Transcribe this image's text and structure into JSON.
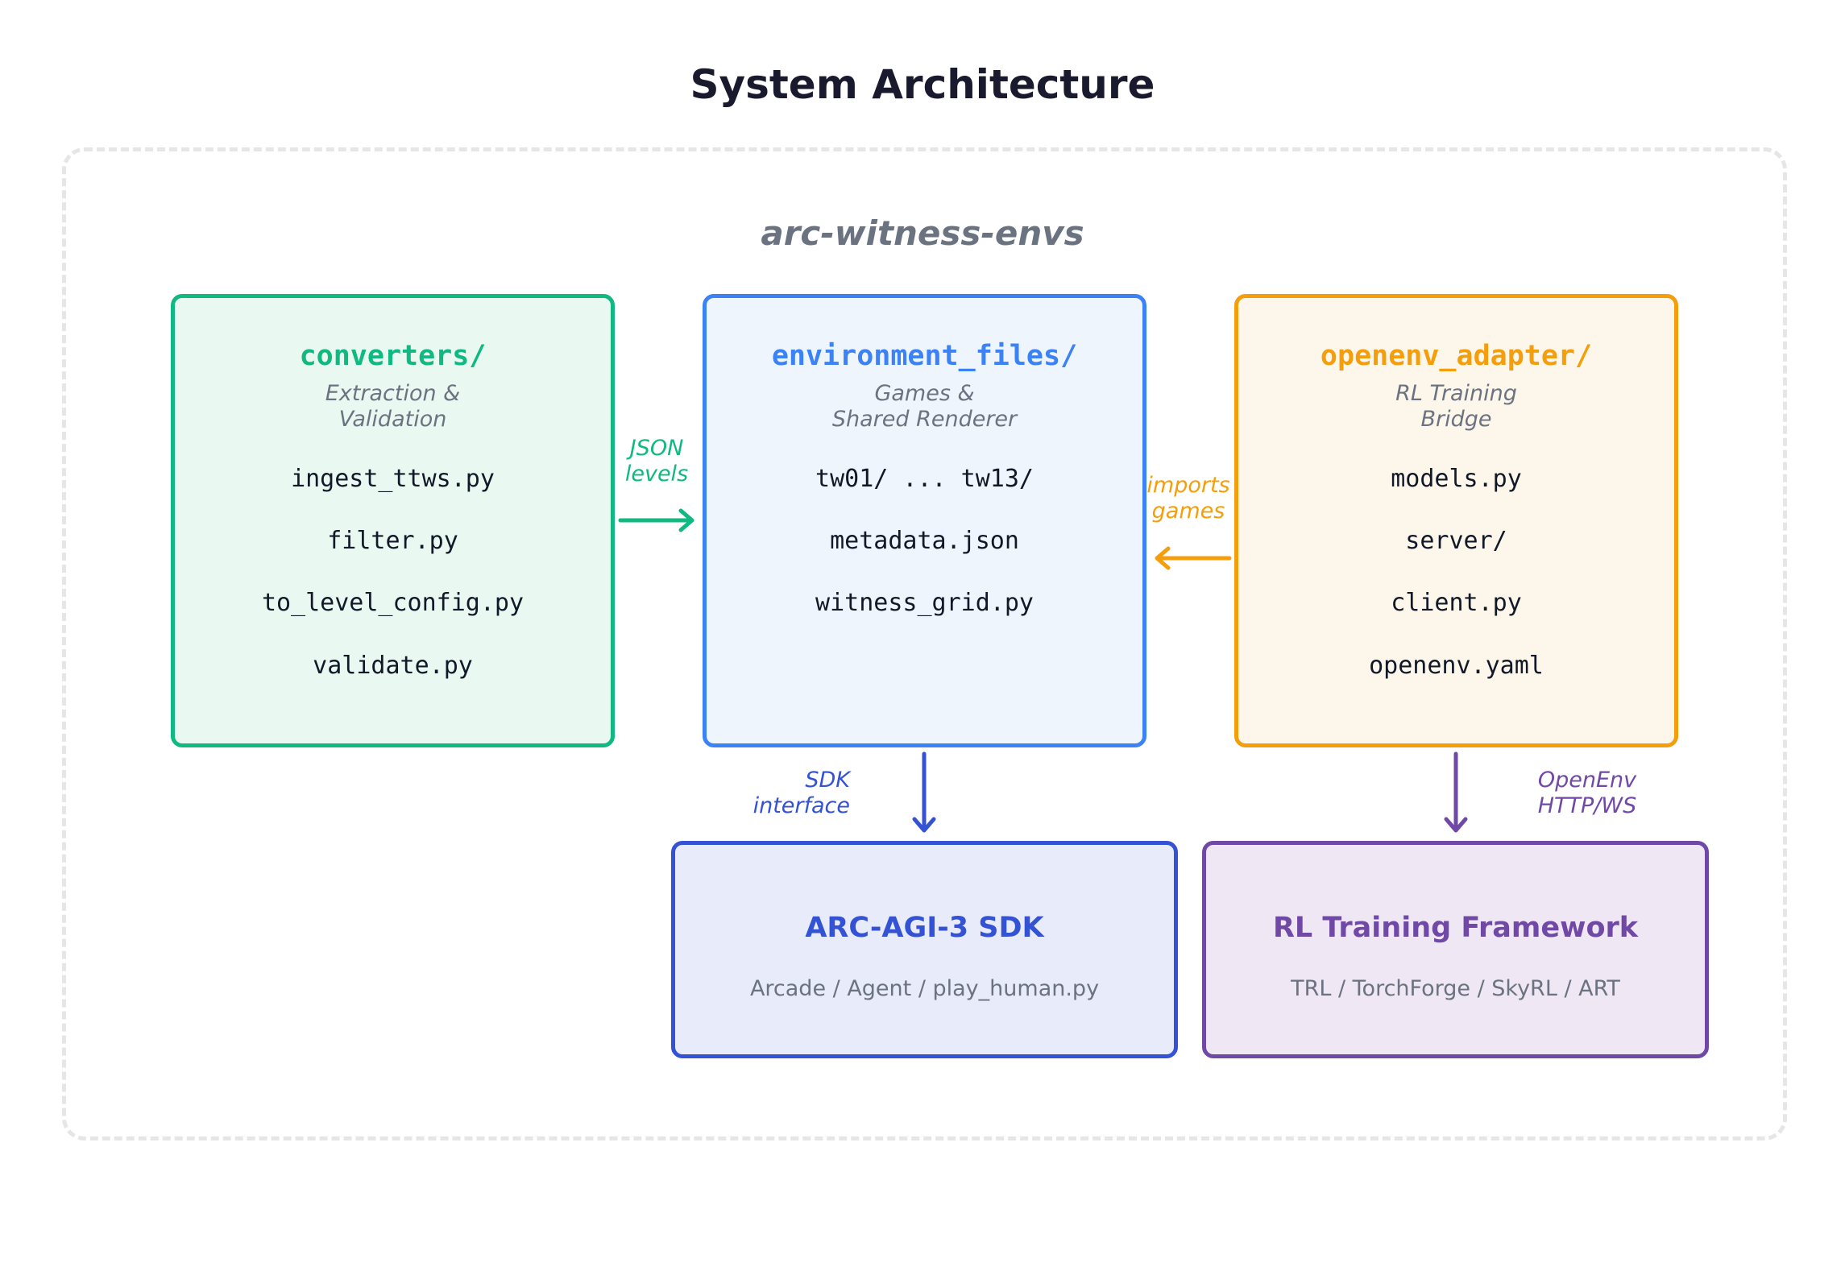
{
  "title": "System Architecture",
  "container_label": "arc-witness-envs",
  "colors": {
    "converters": "#10b981",
    "environment": "#3b82f6",
    "openenv": "#f59e0b",
    "sdk": "#3452d4",
    "rl": "#7048a6"
  },
  "converters": {
    "title": "converters/",
    "subtitle_line1": "Extraction &",
    "subtitle_line2": "Validation",
    "files": [
      "ingest_ttws.py",
      "filter.py",
      "to_level_config.py",
      "validate.py"
    ]
  },
  "environment_files": {
    "title": "environment_files/",
    "subtitle_line1": "Games &",
    "subtitle_line2": "Shared Renderer",
    "files": [
      "tw01/ ... tw13/",
      "metadata.json",
      "witness_grid.py"
    ]
  },
  "openenv_adapter": {
    "title": "openenv_adapter/",
    "subtitle_line1": "RL Training",
    "subtitle_line2": "Bridge",
    "files": [
      "models.py",
      "server/",
      "client.py",
      "openenv.yaml"
    ]
  },
  "sdk": {
    "title": "ARC-AGI-3 SDK",
    "subtitle": "Arcade / Agent / play_human.py"
  },
  "rl_framework": {
    "title": "RL Training Framework",
    "subtitle": "TRL / TorchForge / SkyRL / ART"
  },
  "edges": {
    "json_levels_line1": "JSON",
    "json_levels_line2": "levels",
    "imports_games_line1": "imports",
    "imports_games_line2": "games",
    "sdk_interface_line1": "SDK",
    "sdk_interface_line2": "interface",
    "openenv_http_line1": "OpenEnv",
    "openenv_http_line2": "HTTP/WS"
  }
}
